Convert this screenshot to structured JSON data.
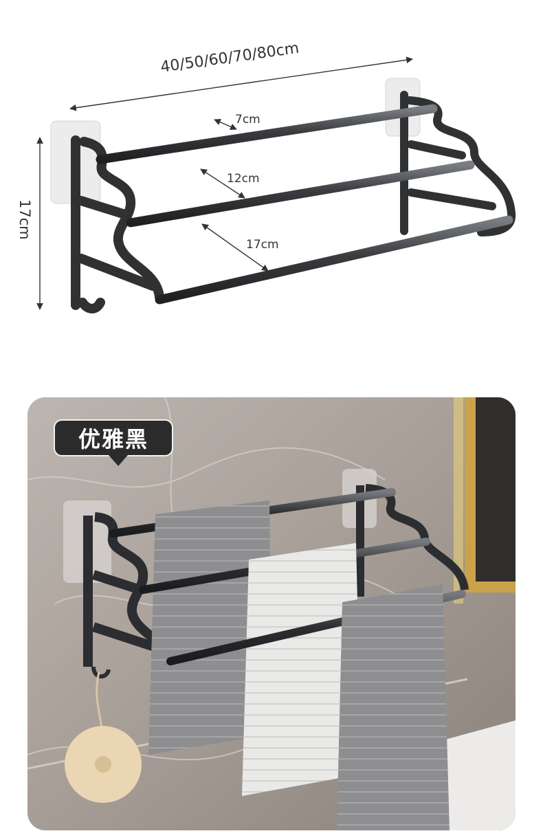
{
  "diagram": {
    "width_label": "40/50/60/70/80cm",
    "height_label": "17cm",
    "depth_top_label": "7cm",
    "depth_mid_label": "12cm",
    "depth_bottom_label": "17cm"
  },
  "photo": {
    "badge_label": "优雅黑"
  },
  "colors": {
    "rack": "#2f3133",
    "rack_highlight": "#6b6e72",
    "towel_gray": "#8c8c8e",
    "towel_white": "#e8e8e6",
    "pad": "#e6e6e6"
  }
}
